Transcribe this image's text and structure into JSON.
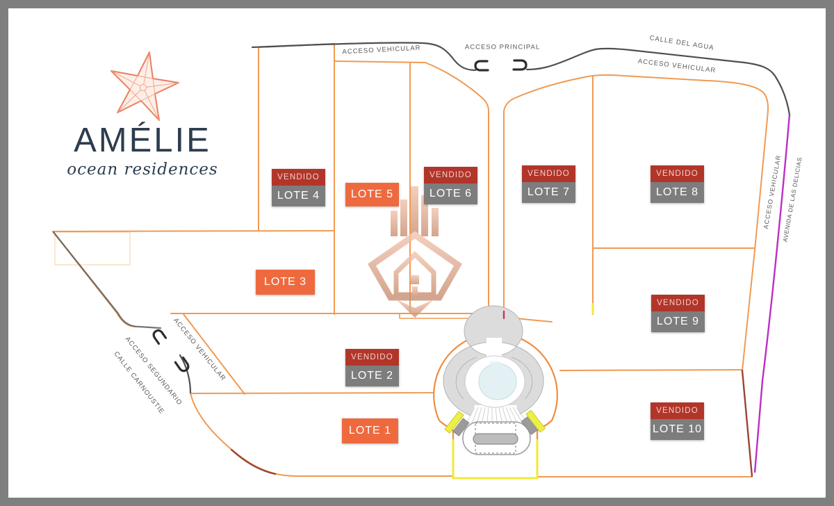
{
  "brand": {
    "name": "AMÉLIE",
    "tagline": "ocean residences",
    "starfish_icon": "starfish",
    "text_color": "#2d3d4e",
    "accent_color": "#e8815e"
  },
  "watermark": {
    "icon": "diamond-house-logo",
    "color": "#d89a7e"
  },
  "roads": {
    "top_left_access": "ACCESO VEHICULAR",
    "main_entrance": "ACCESO PRINCIPAL",
    "top_right_street": "CALLE DEL AGUA",
    "top_right_access": "ACCESO VEHICULAR",
    "right_access": "ACCESO VEHICULAR",
    "right_avenue": "AVENIDA DE LAS DELICIAS",
    "southwest_access": "ACCESO VEHICULAR",
    "secondary_entrance": "ACCESO SEGUNDARIO",
    "southwest_street": "CALLE CARNOUSTIE"
  },
  "sold_badge": "VENDIDO",
  "lots": [
    {
      "id": 1,
      "label": "LOTE 1",
      "status": "available"
    },
    {
      "id": 2,
      "label": "LOTE 2",
      "status": "sold"
    },
    {
      "id": 3,
      "label": "LOTE 3",
      "status": "available"
    },
    {
      "id": 4,
      "label": "LOTE 4",
      "status": "sold"
    },
    {
      "id": 5,
      "label": "LOTE 5",
      "status": "available"
    },
    {
      "id": 6,
      "label": "LOTE 6",
      "status": "sold"
    },
    {
      "id": 7,
      "label": "LOTE 7",
      "status": "sold"
    },
    {
      "id": 8,
      "label": "LOTE 8",
      "status": "sold"
    },
    {
      "id": 9,
      "label": "LOTE 9",
      "status": "sold"
    },
    {
      "id": 10,
      "label": "LOTE 10",
      "status": "sold"
    }
  ],
  "colors": {
    "available_lot": "#ee6a3e",
    "sold_banner": "#b2352a",
    "sold_lot": "#7d7d7d",
    "boundary": "#f09a52",
    "road": "#4f4f4f",
    "avenue": "#bb2fc4",
    "highlight": "#f0e83a",
    "pool": "#e4f1f4",
    "frame": "#7f7f7f"
  }
}
